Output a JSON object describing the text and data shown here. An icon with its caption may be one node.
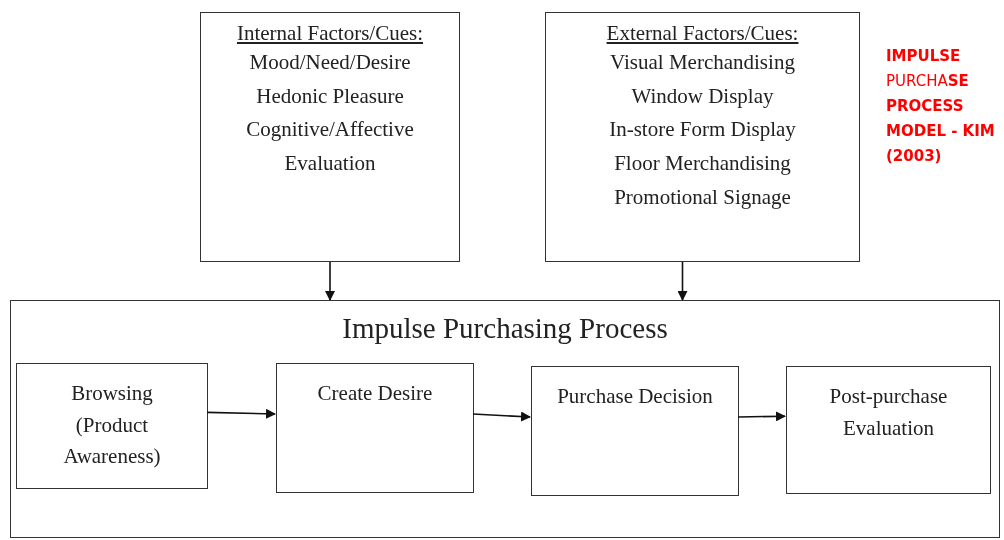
{
  "diagram": {
    "nodes": [
      {
        "text": [
          "Internal Factors/Cues:",
          "Mood/Need/Desire",
          "Hedonic Pleasure",
          "Cognitive/Affective Evaluation"
        ]
      },
      {
        "text": [
          "External Factors/Cues:",
          "Visual Merchandising",
          "Window Display",
          "In-store Form Display",
          "Floor Merchandising",
          "Promotional Signage"
        ]
      },
      {
        "text": [
          "Impulse Purchasing Process"
        ]
      },
      {
        "text": [
          "Browsing (Product Awareness)"
        ],
        "in": 2
      },
      {
        "text": [
          "Create Desire"
        ],
        "in": 2
      },
      {
        "text": [
          "Purchase Decision"
        ],
        "in": 2
      },
      {
        "text": [
          "Post-purchase Evaluation"
        ],
        "in": 2
      }
    ],
    "edges": [
      {
        "from": 0,
        "to": 2,
        "arrow": "to"
      },
      {
        "from": 1,
        "to": 2,
        "arrow": "to"
      },
      {
        "from": 3,
        "to": 4,
        "arrow": "to"
      },
      {
        "from": 4,
        "to": 5,
        "arrow": "to"
      },
      {
        "from": 5,
        "to": 6,
        "arrow": "to"
      }
    ],
    "labels": [
      "**IMPULSE** PURCHA**SE** **PROCESS** **MODEL - KIM** **(2003)**"
    ]
  }
}
